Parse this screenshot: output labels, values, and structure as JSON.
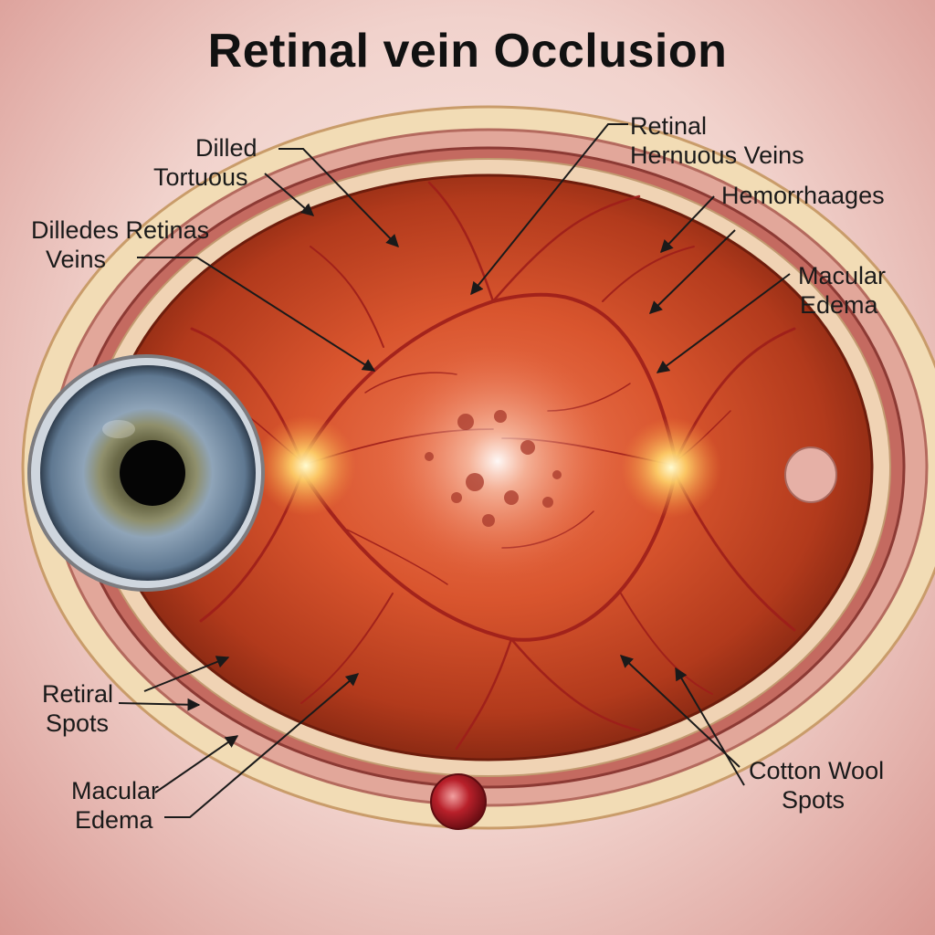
{
  "title": "Retinal vein Occlusion",
  "labels": {
    "dilled_tortuous": [
      "Dilled",
      "Tortuous"
    ],
    "dilleded_retinas_veins": [
      "Dilledes Retinas",
      "Veins"
    ],
    "retinal_hernuous_veins": [
      "Retinal",
      "Hernuous Veins"
    ],
    "hemorrhaages": [
      "Hemorrhaages"
    ],
    "macular_edema_right": [
      "Macular",
      "Edema"
    ],
    "retiral_spots": [
      "Retiral",
      "Spots"
    ],
    "macular_edema_left": [
      "Macular",
      "Edema"
    ],
    "cotton_wool_spots": [
      "Cotton Wool",
      "Spots"
    ]
  },
  "colors": {
    "fundus_center": "#e8663e",
    "fundus_edge": "#8c2a12",
    "vessel": "#9e1e1a",
    "sclera": "#f0d9b0",
    "iris": "#7c93a8"
  }
}
